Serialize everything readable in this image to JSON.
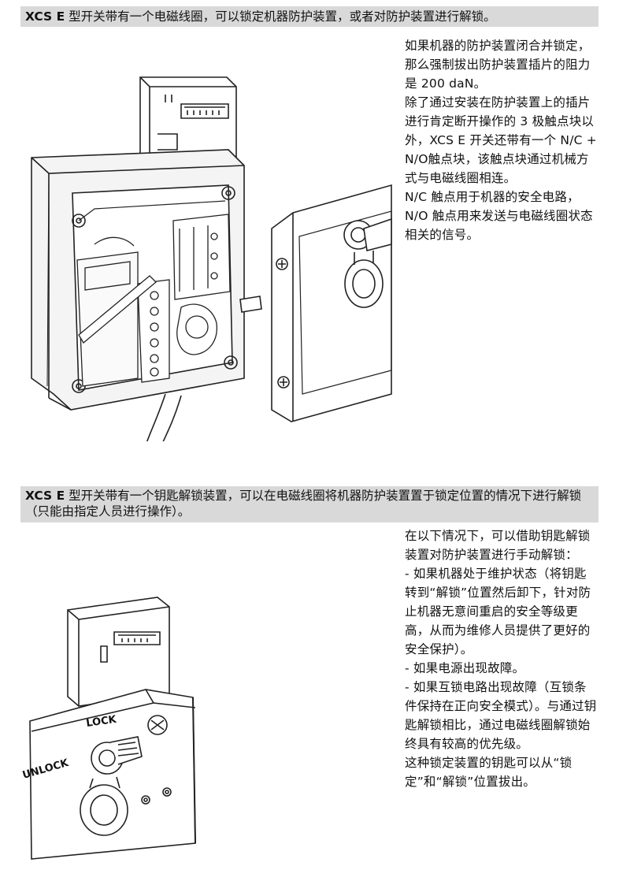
{
  "section1": {
    "header_bold": "XCS E",
    "header_rest": " 型开关带有一个电磁线圈，可以锁定机器防护装置，或者对防护装置进行解锁。",
    "paragraphs": [
      "如果机器的防护装置闭合并锁定，那么强制拔出防护装置插片的阻力是 200 daN。",
      "除了通过安装在防护装置上的插片进行肯定断开操作的 3 极触点块以外，XCS E 开关还带有一个 N/C + N/O触点块，该触点块通过机械方式与电磁线圈相连。",
      "N/C 触点用于机器的安全电路， N/O 触点用来发送与电磁线圈状态相关的信号。"
    ]
  },
  "section2": {
    "header_bold": "XCS E",
    "header_rest": " 型开关带有一个钥匙解锁装置，可以在电磁线圈将机器防护装置置于锁定位置的情况下进行解锁（只能由指定人员进行操作）。",
    "paragraphs": [
      "在以下情况下，可以借助钥匙解锁装置对防护装置进行手动解锁：",
      "- 如果机器处于维护状态（将钥匙转到“解锁”位置然后卸下，针对防止机器无意间重启的安全等级更高，从而为维修人员提供了更好的安全保护）。",
      "- 如果电源出现故障。",
      "- 如果互锁电路出现故障（互锁条件保持在正向安全模式）。与通过钥匙解锁相比，通过电磁线圈解锁始终具有较高的优先级。",
      "这种锁定装置的钥匙可以从“锁定”和“解锁”位置拔出。"
    ],
    "labels": {
      "lock": "LOCK",
      "unlock": "UNLOCK"
    }
  }
}
